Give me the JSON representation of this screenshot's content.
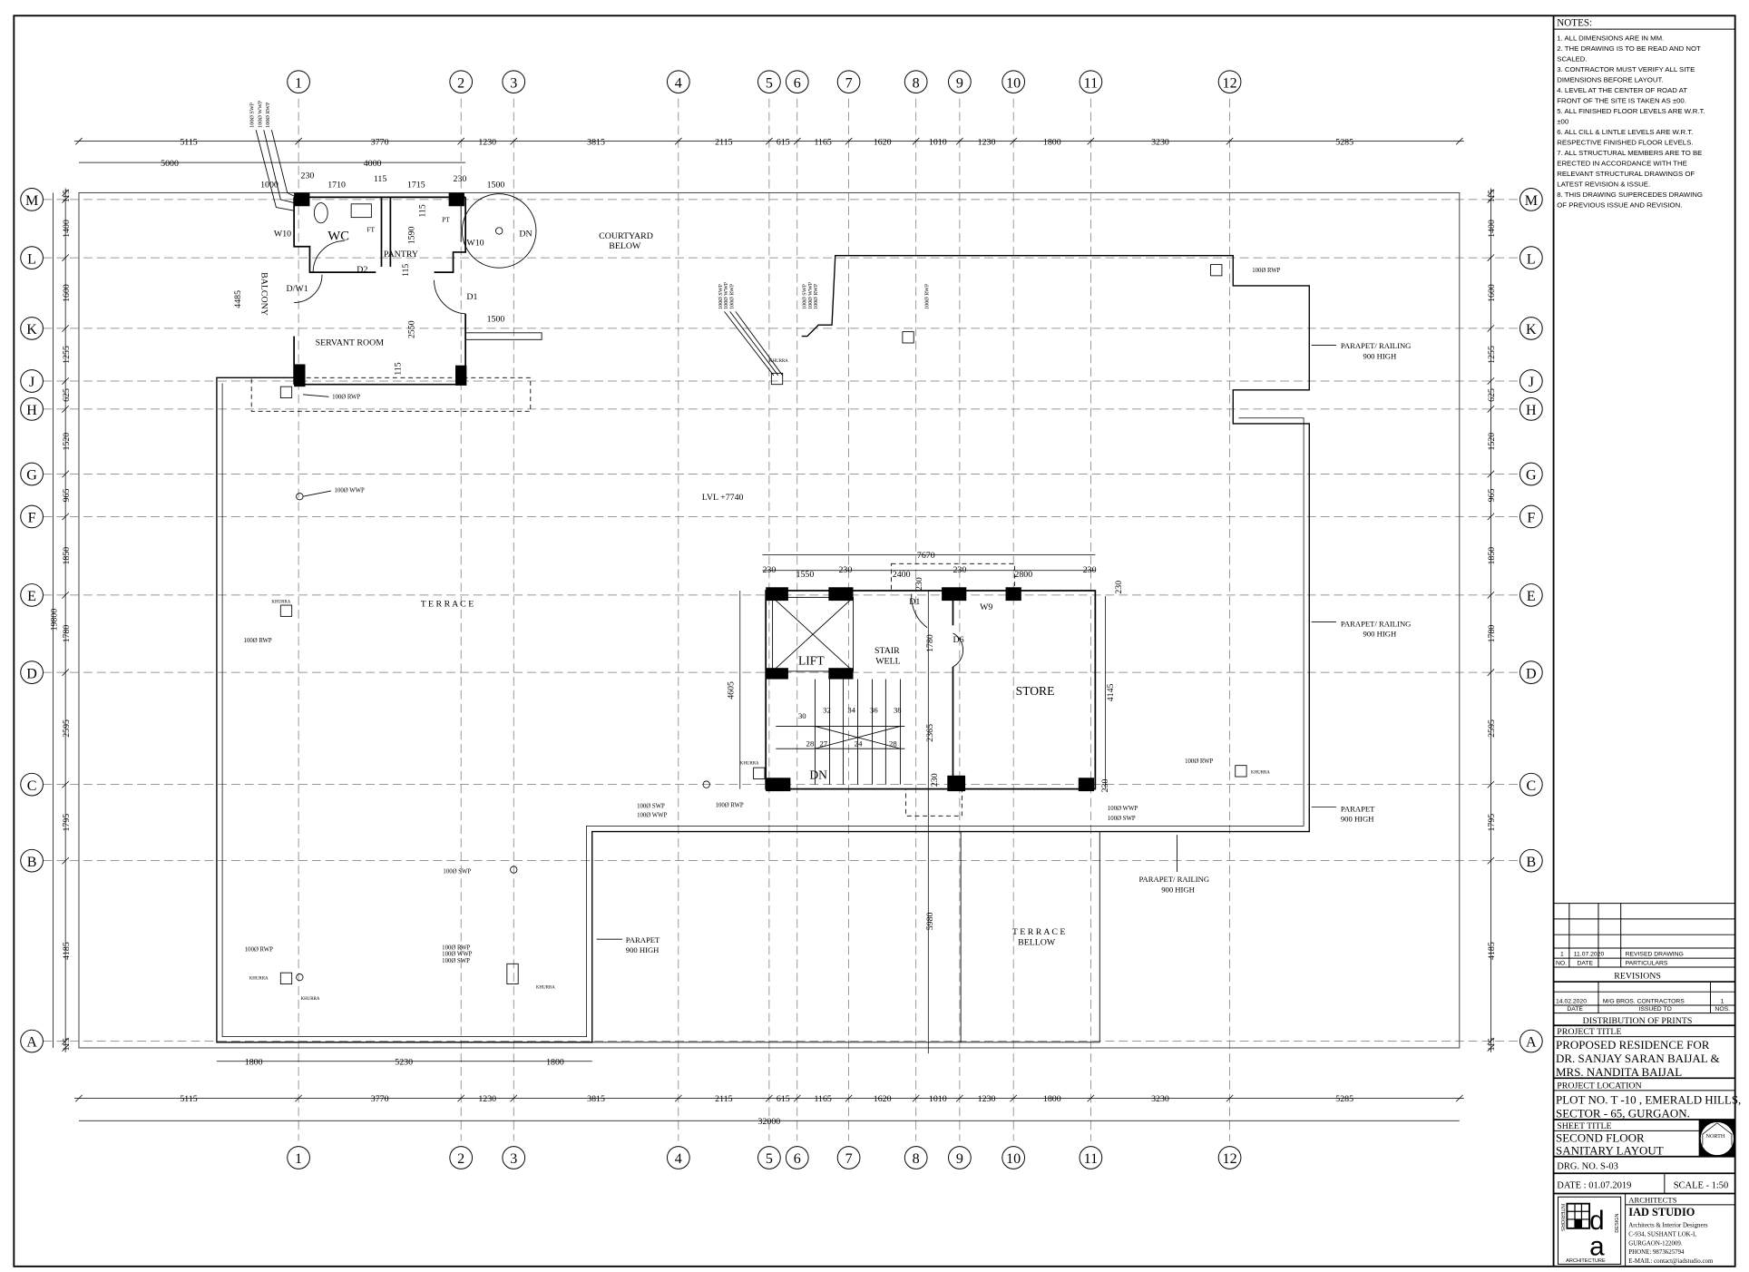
{
  "grid": {
    "columns": [
      "1",
      "2",
      "3",
      "4",
      "5",
      "6",
      "7",
      "8",
      "9",
      "10",
      "11",
      "12"
    ],
    "rows": [
      "M",
      "L",
      "K",
      "J",
      "H",
      "G",
      "F",
      "E",
      "D",
      "C",
      "B",
      "A"
    ]
  },
  "dimensions": {
    "horizontal": [
      "5115",
      "3770",
      "1230",
      "3815",
      "2115",
      "615",
      "1165",
      "1620",
      "1010",
      "1230",
      "1800",
      "3230",
      "5285"
    ],
    "overall_width": "32000",
    "vertical": [
      "115",
      "1400",
      "1600",
      "1255",
      "625",
      "1520",
      "965",
      "1850",
      "1780",
      "2595",
      "1795",
      "4185",
      "115"
    ],
    "overall_depth": "19800",
    "top_second_row": [
      "5000",
      "4000"
    ],
    "bottom_left": [
      "1800",
      "5230",
      "1800"
    ],
    "servant": [
      "1000",
      "230",
      "1710",
      "115",
      "1715",
      "230",
      "1500",
      "4485",
      "1590",
      "2550",
      "115",
      "115",
      "115",
      "1500"
    ],
    "stair": [
      "7670",
      "230",
      "1550",
      "230",
      "2400",
      "230",
      "2800",
      "230",
      "4605",
      "4145",
      "1780",
      "2365",
      "5980",
      "230",
      "230",
      "230",
      "230"
    ]
  },
  "rooms": {
    "wc": "WC",
    "pantry": "PANTRY",
    "servant_room": "SERVANT ROOM",
    "balcony": "BALCONY",
    "courtyard": [
      "COURTYARD",
      "BELOW"
    ],
    "terrace": "T E R R A C E",
    "level": "LVL +7740",
    "lift": "LIFT",
    "stair_well": [
      "STAIR",
      "WELL"
    ],
    "store": "STORE",
    "dn": "DN",
    "terrace_below": [
      "T E R R A C E",
      "BELLOW"
    ]
  },
  "openings": {
    "w10": "W10",
    "d2": "D2",
    "pt": "PT",
    "ft": "FT",
    "dw1": "D/W1",
    "d1": "D1",
    "dn": "DN",
    "d6": "D6",
    "w9": "W9"
  },
  "stair_numbers": [
    "30",
    "32",
    "34",
    "36",
    "38",
    "28",
    "27",
    "24",
    "28"
  ],
  "parapets": {
    "railing": "PARAPET/ RAILING",
    "parapet": "PARAPET",
    "height": "900 HIGH"
  },
  "pipes": {
    "rwp": "100Ø RWP",
    "wwp": "100Ø WWP",
    "swp": "100Ø SWP",
    "khurra": "KHURRA"
  },
  "notes": {
    "title": "NOTES:",
    "lines": [
      "1. ALL DIMENSIONS ARE IN MM.",
      "2. THE DRAWING IS TO BE READ AND NOT",
      "    SCALED.",
      "3. CONTRACTOR MUST VERIFY ALL SITE",
      "    DIMENSIONS  BEFORE LAYOUT.",
      "4. LEVEL AT THE CENTER OF ROAD AT",
      "    FRONT OF THE SITE IS TAKEN AS ±00.",
      "5. ALL FINISHED FLOOR LEVELS ARE W.R.T.",
      "    ±00",
      "6. ALL CILL & LINTLE LEVELS ARE W.R.T.",
      "    RESPECTIVE FINISHED FLOOR LEVELS.",
      "7. ALL STRUCTURAL MEMBERS ARE TO BE",
      "    ERECTED IN  ACCORDANCE WITH THE",
      "    RELEVANT STRUCTURAL  DRAWINGS OF",
      "    LATEST REVISION & ISSUE.",
      "8. THIS DRAWING SUPERCEDES DRAWING",
      "    OF PREVIOUS ISSUE AND REVISION."
    ]
  },
  "revisions": {
    "row": {
      "no": "1",
      "date": "11.07.2020",
      "particulars": "REVISED DRAWING"
    },
    "headers": {
      "no": "NO.",
      "date": "DATE",
      "particulars": "PARTICULARS"
    },
    "title": "REVISIONS"
  },
  "distribution": {
    "row": {
      "date": "14.02.2020",
      "issued_to": "M/G BROS. CONTRACTORS",
      "nos": "1"
    },
    "headers": {
      "date": "DATE",
      "issued_to": "ISSUED TO",
      "nos": "NOS."
    },
    "title": "DISTRIBUTION OF PRINTS"
  },
  "title_block": {
    "project_title_label": "PROJECT TITLE",
    "project_title": [
      "PROPOSED RESIDENCE  FOR",
      "DR. SANJAY SARAN BAIJAL &",
      "MRS. NANDITA BAIJAL"
    ],
    "project_location_label": "PROJECT LOCATION",
    "project_location": [
      "PLOT NO. T -10 , EMERALD HILLS,",
      "SECTOR - 65, GURGAON."
    ],
    "sheet_title_label": "SHEET TITLE",
    "sheet_title": [
      "SECOND FLOOR",
      "SANITARY LAYOUT"
    ],
    "north": "NORTH",
    "drg_no": "DRG. NO. S-03",
    "date": "DATE : 01.07.2019",
    "scale": "SCALE - 1:50",
    "architects_label": "ARCHITECTS",
    "studio": "IAD STUDIO",
    "studio_lines": [
      "Architects & Interior Designers",
      "C-934, SUSHANT LOK-I,",
      "GURGAON-122009.",
      "PHONE: 9873625794",
      "E-MAIL: contact@iadstudio.com"
    ],
    "logo_words": [
      "INTERIORS",
      "DESIGN",
      "ARCHITECTURE"
    ]
  }
}
